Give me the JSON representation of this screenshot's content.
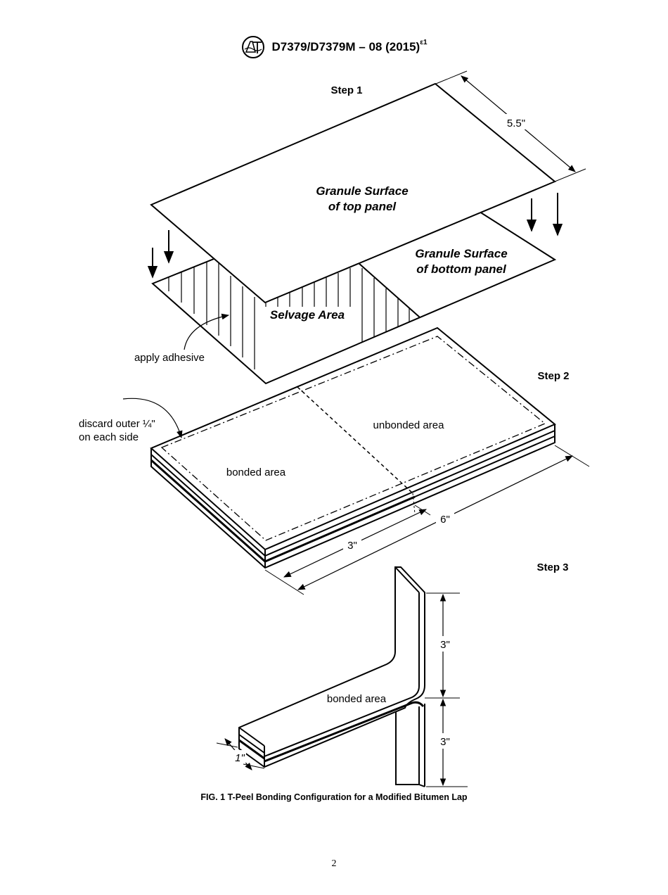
{
  "header": {
    "logo_text": "ASTM",
    "designation": "D7379/D7379M – 08 (2015)",
    "superscript": "ε1"
  },
  "figure": {
    "step1": {
      "label": "Step 1",
      "dimension": "5.5\"",
      "top_panel_line1": "Granule Surface",
      "top_panel_line2": "of top panel",
      "bottom_panel_line1": "Granule Surface",
      "bottom_panel_line2": "of bottom panel",
      "selvage": "Selvage Area",
      "adhesive": "apply adhesive"
    },
    "step2": {
      "label": "Step 2",
      "discard_line1": "discard outer ¼\"",
      "discard_line2": "on each side",
      "unbonded": "unbonded area",
      "bonded": "bonded area",
      "dim_long": "6\"",
      "dim_short": "3\""
    },
    "step3": {
      "label": "Step 3",
      "bonded": "bonded area",
      "dim_upper": "3\"",
      "dim_lower": "3\"",
      "dim_width": "1\""
    }
  },
  "caption": "FIG. 1 T-Peel Bonding Configuration for a Modified Bitumen Lap",
  "page_number": "2"
}
